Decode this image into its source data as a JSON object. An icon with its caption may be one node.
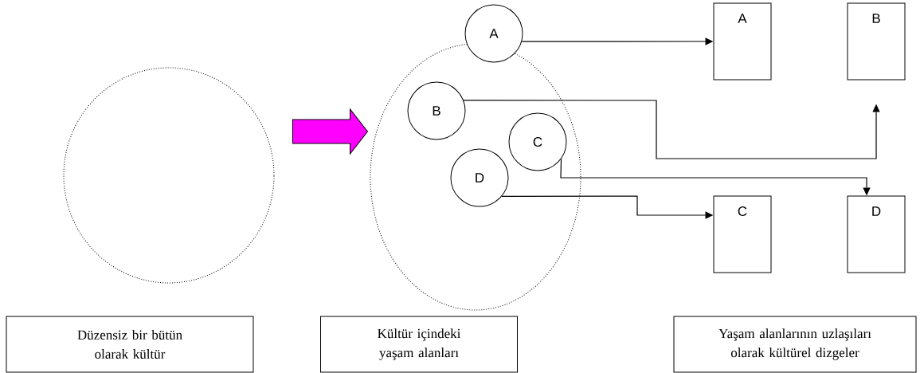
{
  "diagram": {
    "nodes": [
      {
        "text": [],
        "shape": "ellipse"
      },
      {
        "text": [],
        "shape": "ellipse"
      },
      {
        "text": [
          "A"
        ]
      },
      {
        "text": [
          "B"
        ],
        "in": 1
      },
      {
        "text": [
          "C"
        ],
        "in": 1
      },
      {
        "text": [
          "D"
        ],
        "in": 1
      },
      {
        "text": [
          "A"
        ]
      },
      {
        "text": [
          "B"
        ]
      },
      {
        "text": [
          "C"
        ]
      },
      {
        "text": [
          "D"
        ]
      },
      {
        "text": [
          "Düzensiz bir bütün olarak kültür"
        ]
      },
      {
        "text": [
          "Kültür içindeki yaşam alanları"
        ]
      },
      {
        "text": [
          "Yaşam alanlarının uzlaşıları olarak kültürel dizgeler"
        ]
      }
    ],
    "edges": [
      {
        "from": 0,
        "to": 1,
        "arrow": "to",
        "style": "thick",
        "color": "#ff00ff"
      },
      {
        "from": 2,
        "to": 6,
        "arrow": "to"
      },
      {
        "from": 3,
        "to": 7,
        "arrow": "to"
      },
      {
        "from": 4,
        "to": 9,
        "arrow": "to"
      },
      {
        "from": 5,
        "to": 8,
        "arrow": "to"
      }
    ]
  }
}
